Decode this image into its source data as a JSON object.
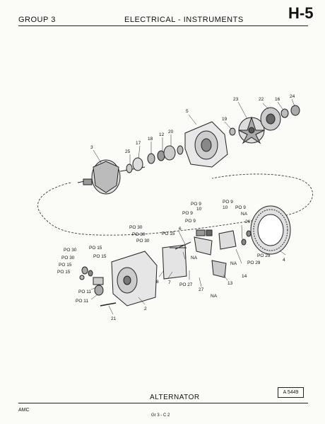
{
  "header": {
    "group": "GROUP 3",
    "section": "ELECTRICAL - INSTRUMENTS",
    "page_code": "H-5"
  },
  "caption": "ALTERNATOR",
  "figure_number": "A 5449",
  "footer": {
    "left": "AMC",
    "center": "Gr 3 - C 2"
  },
  "callouts": [
    {
      "id": "c23",
      "text": "23"
    },
    {
      "id": "c22",
      "text": "22"
    },
    {
      "id": "c16",
      "text": "16"
    },
    {
      "id": "c24",
      "text": "24"
    },
    {
      "id": "c5",
      "text": "5"
    },
    {
      "id": "c19",
      "text": "19"
    },
    {
      "id": "c20",
      "text": "20"
    },
    {
      "id": "c12",
      "text": "12"
    },
    {
      "id": "c18",
      "text": "18"
    },
    {
      "id": "c17",
      "text": "17"
    },
    {
      "id": "c25",
      "text": "25"
    },
    {
      "id": "c3",
      "text": "3"
    },
    {
      "id": "po9a",
      "text": "PO 9"
    },
    {
      "id": "c10a",
      "text": "10"
    },
    {
      "id": "po9b",
      "text": "PO 9"
    },
    {
      "id": "c10b",
      "text": "10"
    },
    {
      "id": "po9c",
      "text": "PO 9"
    },
    {
      "id": "po9d",
      "text": "PO 9"
    },
    {
      "id": "po9e",
      "text": "PO 9"
    },
    {
      "id": "na1",
      "text": "NA"
    },
    {
      "id": "c26",
      "text": "26"
    },
    {
      "id": "po30a",
      "text": "PO 30"
    },
    {
      "id": "po30b",
      "text": "PO 30"
    },
    {
      "id": "po15a",
      "text": "PO 15"
    },
    {
      "id": "c6",
      "text": "6"
    },
    {
      "id": "po30c",
      "text": "PO 30"
    },
    {
      "id": "po30d",
      "text": "PO 30"
    },
    {
      "id": "po15b",
      "text": "PO 15"
    },
    {
      "id": "po30e",
      "text": "PO 30"
    },
    {
      "id": "po15c",
      "text": "PO 15"
    },
    {
      "id": "po15d",
      "text": "PO 15"
    },
    {
      "id": "po15e",
      "text": "PO 15"
    },
    {
      "id": "na2",
      "text": "NA"
    },
    {
      "id": "na3",
      "text": "NA"
    },
    {
      "id": "po29a",
      "text": "PO 29"
    },
    {
      "id": "po29b",
      "text": "PO 29"
    },
    {
      "id": "c4",
      "text": "4"
    },
    {
      "id": "c14",
      "text": "14"
    },
    {
      "id": "c8",
      "text": "8"
    },
    {
      "id": "c7",
      "text": "7"
    },
    {
      "id": "po27",
      "text": "PO 27"
    },
    {
      "id": "c27",
      "text": "27"
    },
    {
      "id": "c13",
      "text": "13"
    },
    {
      "id": "na4",
      "text": "NA"
    },
    {
      "id": "po11a",
      "text": "PO 11"
    },
    {
      "id": "po11b",
      "text": "PO 11"
    },
    {
      "id": "c2",
      "text": "2"
    },
    {
      "id": "c21",
      "text": "21"
    }
  ]
}
